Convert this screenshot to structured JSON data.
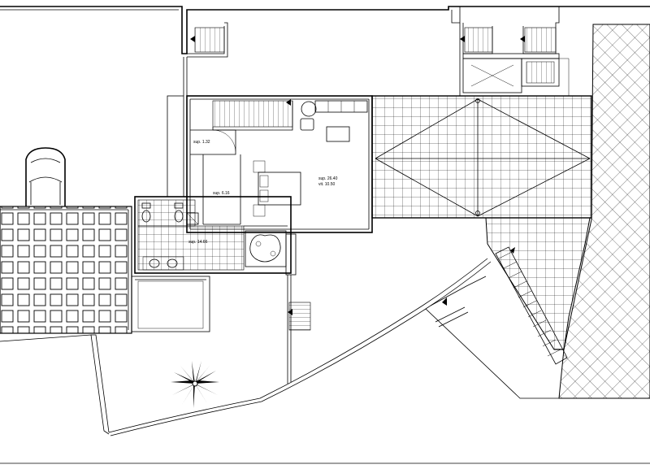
{
  "plan": {
    "rooms": [
      {
        "id": "hall",
        "sup": "sup. 1.32"
      },
      {
        "id": "dressing",
        "sup": "sup. 6.16"
      },
      {
        "id": "bedroom",
        "sup": "sup. 26.40",
        "vol": "vit. 10.50"
      },
      {
        "id": "bathroom",
        "sup": "sup. 14.66"
      }
    ],
    "colors": {
      "line": "#000000",
      "background": "#ffffff"
    },
    "icons": [
      "car-symbol",
      "palm-tree-symbol",
      "bathtub-symbol",
      "bed-symbol",
      "staircase-symbol",
      "north-arrow-symbol"
    ]
  }
}
